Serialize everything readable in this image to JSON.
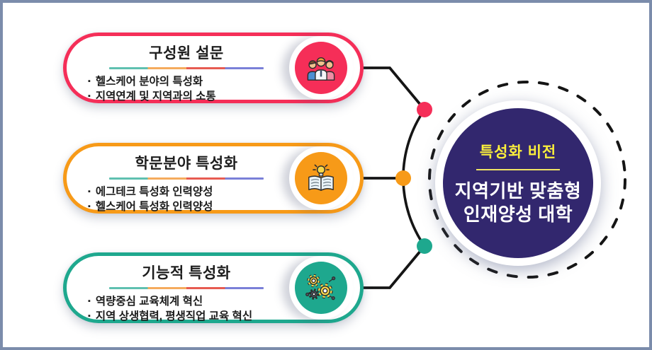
{
  "cards": [
    {
      "title": "구성원 설문",
      "bullets": [
        "헬스케어 분야의 특성화",
        "지역연계 및 지역과의 소통"
      ],
      "color": "#F52E58",
      "icon": "people-icon"
    },
    {
      "title": "학문분야 특성화",
      "bullets": [
        "에그테크 특성화 인력양성",
        "헬스케어 특성화 인력양성"
      ],
      "color": "#F79A18",
      "icon": "book-lightbulb-icon"
    },
    {
      "title": "기능적 특성화",
      "bullets": [
        "역량중심 교육체계 혁신",
        "지역 상생협력, 평생직업 교육 혁신"
      ],
      "color": "#1EA88E",
      "icon": "gears-icon"
    }
  ],
  "vision": {
    "badge": "특성화 비전",
    "line1": "지역기반 맞춤형",
    "line2": "인재양성 대학",
    "circle_color": "#32276E",
    "badge_color": "#FAEE3C",
    "text_color": "#FFFFFF"
  },
  "palette": {
    "frame_border": "#7B8CAB",
    "connector_line": "#151515",
    "underline_segments": [
      "#5FC0B0",
      "#F5AB5D",
      "#E75B51",
      "#7A80D8"
    ],
    "dot_colors": [
      "#F52E58",
      "#F79A18",
      "#1EA88E"
    ]
  }
}
